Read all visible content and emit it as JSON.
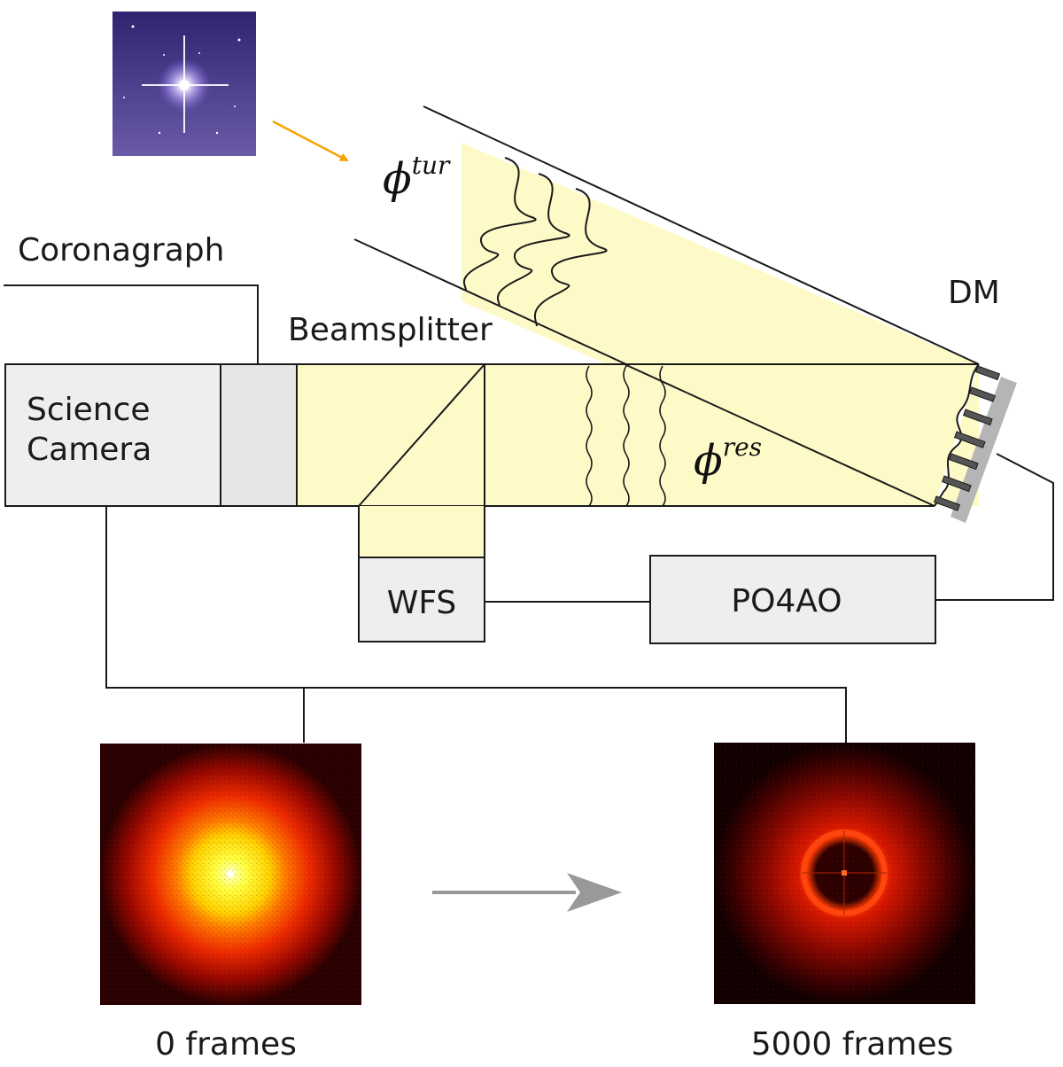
{
  "labels": {
    "phi_tur_base": "ϕ",
    "phi_tur_sup": "tur",
    "phi_res_base": "ϕ",
    "phi_res_sup": "res",
    "coronagraph": "Coronagraph",
    "beamsplitter": "Beamsplitter",
    "dm": "DM",
    "science_camera_line1": "Science",
    "science_camera_line2": "Camera",
    "wfs": "WFS",
    "po4ao": "PO4AO",
    "frames_before": "0 frames",
    "frames_after": "5000 frames"
  },
  "colors": {
    "beam_fill": "#fefac8",
    "box_fill": "#eeeeee",
    "coronagraph_fill": "#e6e6e6",
    "star_arrow": "#f5a400",
    "progress_arrow": "#999999",
    "line": "#1a1a1a",
    "star_bg_top": "#2e2470",
    "star_bg_bottom": "#6a5aa8"
  },
  "icons": {
    "star_image": "star-image",
    "dm_mirror": "deformable-mirror-icon",
    "psf_before": "psf-before-image",
    "psf_after": "psf-after-image"
  }
}
